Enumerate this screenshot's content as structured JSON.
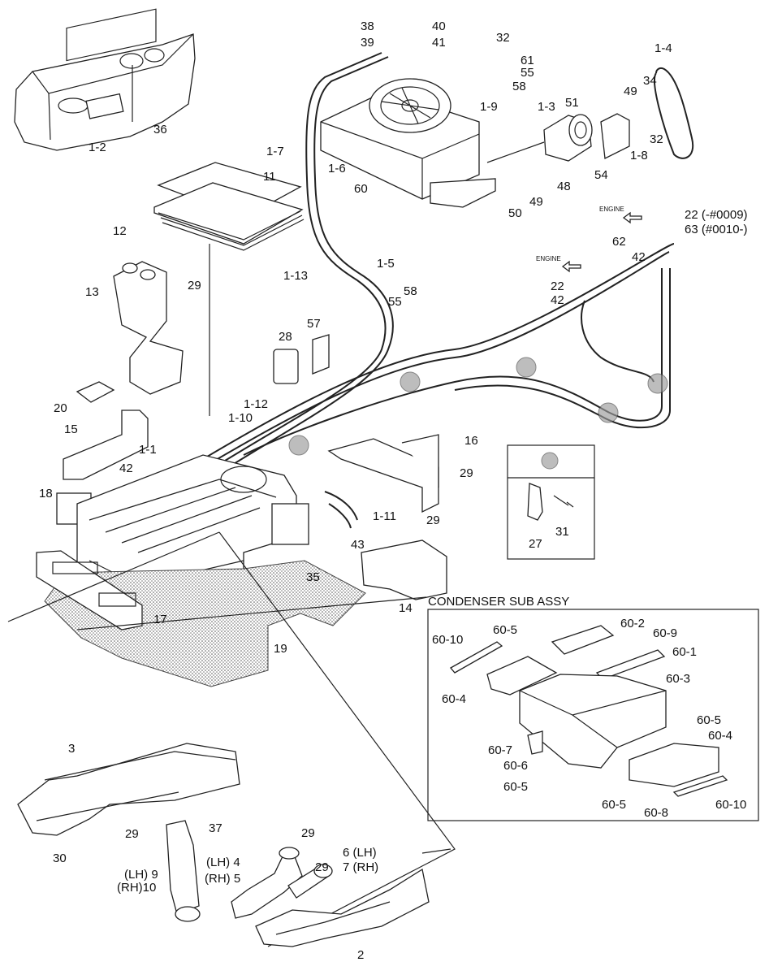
{
  "diagram": {
    "condenser_box_title": "CONDENSER SUB ASSY",
    "engine_label": "ENGINE",
    "labels": {
      "l_1_2": "1-2",
      "l_36": "36",
      "l_38": "38",
      "l_39": "39",
      "l_40": "40",
      "l_41": "41",
      "l_32a": "32",
      "l_61": "61",
      "l_55a": "55",
      "l_58a": "58",
      "l_1_4": "1-4",
      "l_34": "34",
      "l_49a": "49",
      "l_51": "51",
      "l_1_3": "1-3",
      "l_1_9": "1-9",
      "l_1_8": "1-8",
      "l_32b": "32",
      "l_54": "54",
      "l_1_7": "1-7",
      "l_1_6": "1-6",
      "l_60": "60",
      "l_48": "48",
      "l_49b": "49",
      "l_50": "50",
      "l_11": "11",
      "l_12": "12",
      "l_1_13": "1-13",
      "l_1_5": "1-5",
      "l_22a": "22 (-#0009)",
      "l_63": "63 (#0010-)",
      "l_62": "62",
      "l_42a": "42",
      "l_22b": "22",
      "l_42b": "42",
      "l_13": "13",
      "l_29a": "29",
      "l_55b": "55",
      "l_58b": "58",
      "l_28": "28",
      "l_57": "57",
      "l_20": "20",
      "l_1_12": "1-12",
      "l_1_10": "1-10",
      "l_15": "15",
      "l_16": "16",
      "l_29b": "29",
      "l_1_1": "1-1",
      "l_42c": "42",
      "l_18": "18",
      "l_1_11": "1-11",
      "l_29c": "29",
      "l_43": "43",
      "l_27": "27",
      "l_31": "31",
      "l_35": "35",
      "l_14": "14",
      "l_17": "17",
      "l_19": "19",
      "l_60_2": "60-2",
      "l_60_5a": "60-5",
      "l_60_9": "60-9",
      "l_60_10a": "60-10",
      "l_60_1": "60-1",
      "l_60_3": "60-3",
      "l_60_4a": "60-4",
      "l_60_5b": "60-5",
      "l_60_4b": "60-4",
      "l_60_7": "60-7",
      "l_60_6": "60-6",
      "l_60_5c": "60-5",
      "l_60_5d": "60-5",
      "l_60_8": "60-8",
      "l_60_10b": "60-10",
      "l_3": "3",
      "l_29d": "29",
      "l_37": "37",
      "l_30": "30",
      "l_9": "(LH) 9",
      "l_10": "(RH)10",
      "l_4": "(LH) 4",
      "l_5": "(RH)  5",
      "l_29e": "29",
      "l_6": "6 (LH)",
      "l_7": "7 (RH)",
      "l_29f": "29",
      "l_2": "2"
    }
  }
}
